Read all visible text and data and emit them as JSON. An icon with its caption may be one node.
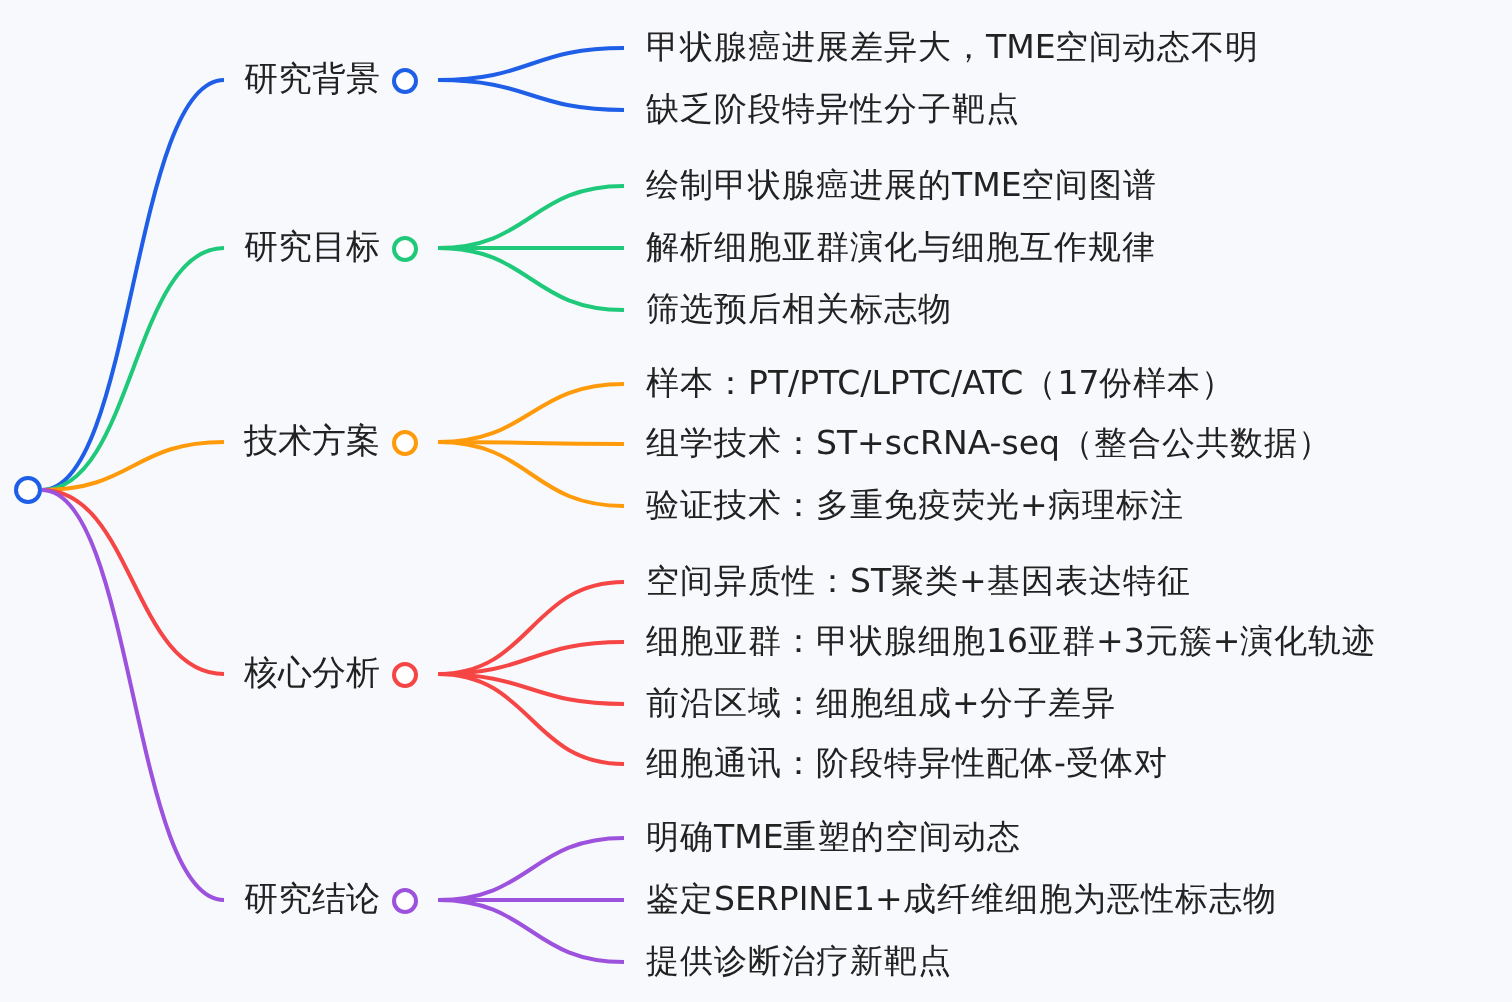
{
  "diagram": {
    "nodes": [
      {
        "text": [],
        "shape": "circle"
      },
      {
        "text": [
          "研究背景"
        ]
      },
      {
        "text": [
          "甲状腺癌进展差异大，TME空间动态不明"
        ]
      },
      {
        "text": [
          "缺乏阶段特异性分子靶点"
        ]
      },
      {
        "text": [
          "研究目标"
        ]
      },
      {
        "text": [
          "绘制甲状腺癌进展的TME空间图谱"
        ]
      },
      {
        "text": [
          "解析细胞亚群演化与细胞互作规律"
        ]
      },
      {
        "text": [
          "筛选预后相关标志物"
        ]
      },
      {
        "text": [
          "技术方案"
        ]
      },
      {
        "text": [
          "样本：PT/PTC/LPTC/ATC（17份样本）"
        ]
      },
      {
        "text": [
          "组学技术：ST+scRNA-seq（整合公共数据）"
        ]
      },
      {
        "text": [
          "验证技术：多重免疫荧光+病理标注"
        ]
      },
      {
        "text": [
          "核心分析"
        ]
      },
      {
        "text": [
          "空间异质性：ST聚类+基因表达特征"
        ]
      },
      {
        "text": [
          "细胞亚群：甲状腺细胞16亚群+3元簇+演化轨迹"
        ]
      },
      {
        "text": [
          "前沿区域：细胞组成+分子差异"
        ]
      },
      {
        "text": [
          "细胞通讯：阶段特异性配体-受体对"
        ]
      },
      {
        "text": [
          "研究结论"
        ]
      },
      {
        "text": [
          "明确TME重塑的空间动态"
        ]
      },
      {
        "text": [
          "鉴定SERPINE1+成纤维细胞为恶性标志物"
        ]
      },
      {
        "text": [
          "提供诊断治疗新靶点"
        ]
      }
    ],
    "edges": [
      {
        "from": 0,
        "to": 1,
        "arrow": "none",
        "color": "#1f5fe8"
      },
      {
        "from": 1,
        "to": 2,
        "arrow": "none",
        "color": "#1f5fe8"
      },
      {
        "from": 1,
        "to": 3,
        "arrow": "none",
        "color": "#1f5fe8"
      },
      {
        "from": 0,
        "to": 4,
        "arrow": "none",
        "color": "#1ec97a"
      },
      {
        "from": 4,
        "to": 5,
        "arrow": "none",
        "color": "#1ec97a"
      },
      {
        "from": 4,
        "to": 6,
        "arrow": "none",
        "color": "#1ec97a"
      },
      {
        "from": 4,
        "to": 7,
        "arrow": "none",
        "color": "#1ec97a"
      },
      {
        "from": 0,
        "to": 8,
        "arrow": "none",
        "color": "#ff9a0a"
      },
      {
        "from": 8,
        "to": 9,
        "arrow": "none",
        "color": "#ff9a0a"
      },
      {
        "from": 8,
        "to": 10,
        "arrow": "none",
        "color": "#ff9a0a"
      },
      {
        "from": 8,
        "to": 11,
        "arrow": "none",
        "color": "#ff9a0a"
      },
      {
        "from": 0,
        "to": 12,
        "arrow": "none",
        "color": "#f54545"
      },
      {
        "from": 12,
        "to": 13,
        "arrow": "none",
        "color": "#f54545"
      },
      {
        "from": 12,
        "to": 14,
        "arrow": "none",
        "color": "#f54545"
      },
      {
        "from": 12,
        "to": 15,
        "arrow": "none",
        "color": "#f54545"
      },
      {
        "from": 12,
        "to": 16,
        "arrow": "none",
        "color": "#f54545"
      },
      {
        "from": 0,
        "to": 17,
        "arrow": "none",
        "color": "#9d52dd"
      },
      {
        "from": 17,
        "to": 18,
        "arrow": "none",
        "color": "#9d52dd"
      },
      {
        "from": 17,
        "to": 19,
        "arrow": "none",
        "color": "#9d52dd"
      },
      {
        "from": 17,
        "to": 20,
        "arrow": "none",
        "color": "#9d52dd"
      }
    ]
  }
}
